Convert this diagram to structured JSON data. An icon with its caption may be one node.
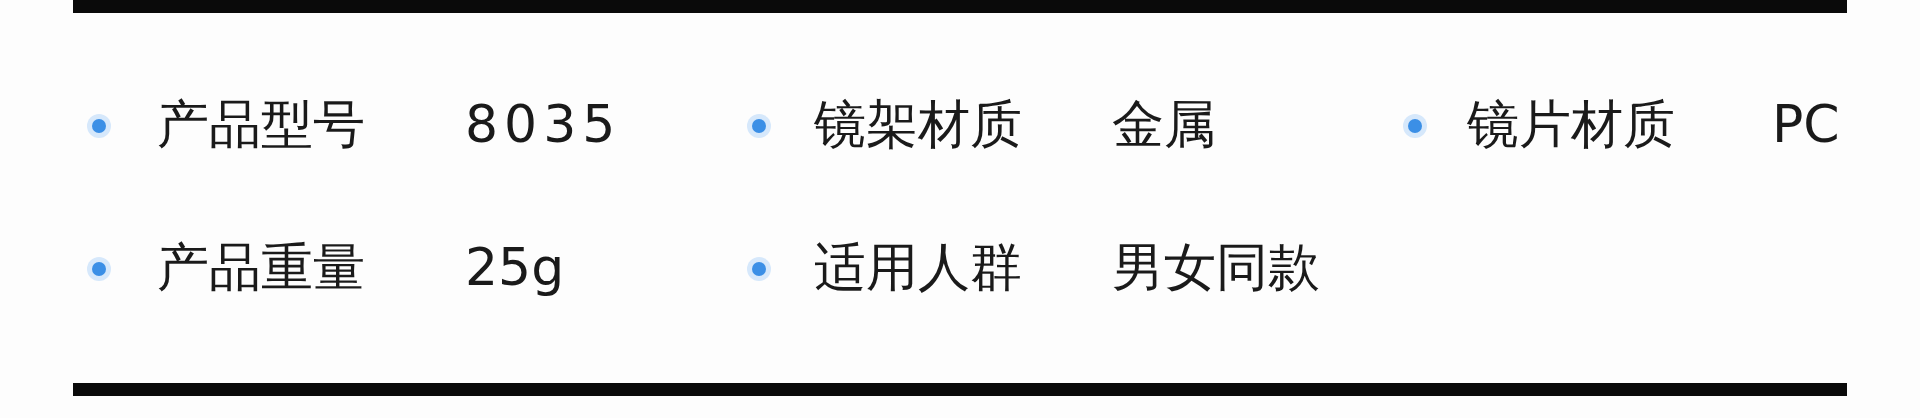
{
  "diagram": {
    "labels": [
      "产品型号",
      "8035",
      "镜架材质",
      "金属",
      "镜片材质",
      "PC",
      "产品重量",
      "25g",
      "适用人群",
      "男女同款"
    ]
  }
}
